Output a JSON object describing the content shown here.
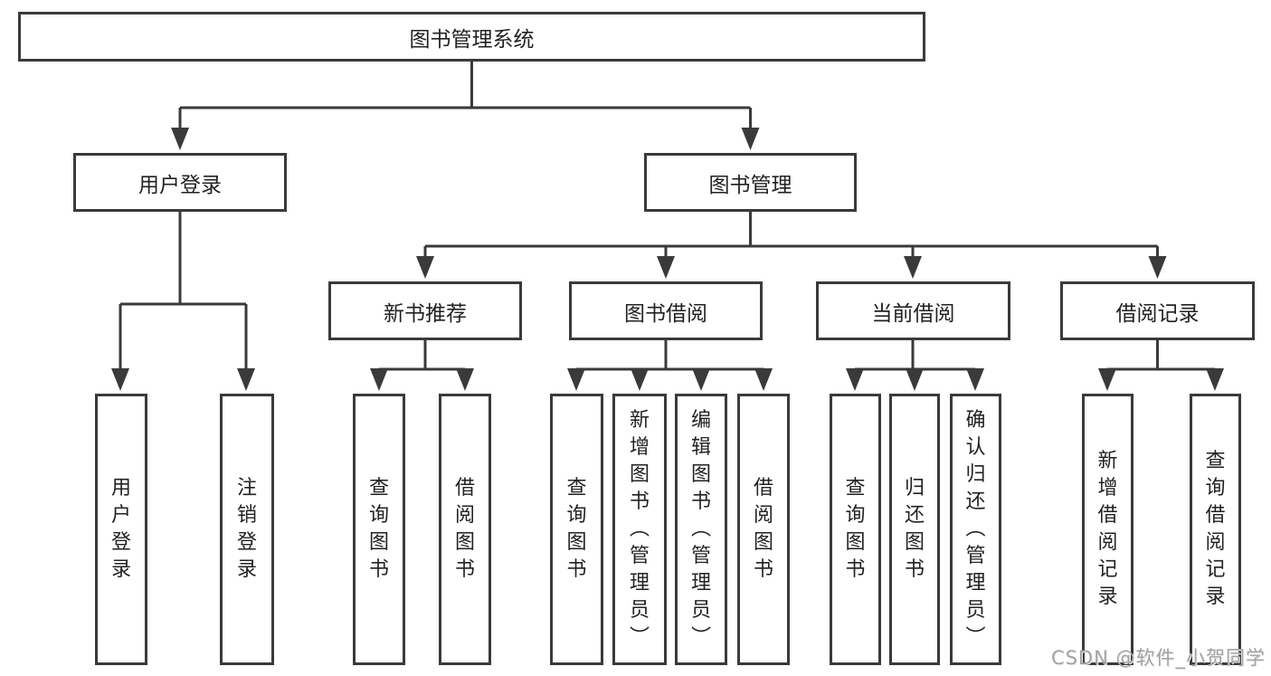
{
  "tree": {
    "root": {
      "label": "图书管理系统",
      "children": [
        {
          "label": "用户登录",
          "children": [
            {
              "label": "用户登录"
            },
            {
              "label": "注销登录"
            }
          ]
        },
        {
          "label": "图书管理",
          "children": [
            {
              "label": "新书推荐",
              "children": [
                {
                  "label": "查询图书"
                },
                {
                  "label": "借阅图书"
                }
              ]
            },
            {
              "label": "图书借阅",
              "children": [
                {
                  "label": "查询图书"
                },
                {
                  "label": "新增图书（管理员）"
                },
                {
                  "label": "编辑图书（管理员）"
                },
                {
                  "label": "借阅图书"
                }
              ]
            },
            {
              "label": "当前借阅",
              "children": [
                {
                  "label": "查询图书"
                },
                {
                  "label": "归还图书"
                },
                {
                  "label": "确认归还（管理员）"
                }
              ]
            },
            {
              "label": "借阅记录",
              "children": [
                {
                  "label": "新增借阅记录"
                },
                {
                  "label": "查询借阅记录"
                }
              ]
            }
          ]
        }
      ]
    }
  },
  "watermark": {
    "text": "CSDN @软件_小贺同学"
  },
  "colors": {
    "line": "#3a3a3a",
    "text": "#222222",
    "background": "#ffffff",
    "watermark": "#a3a3a3"
  }
}
